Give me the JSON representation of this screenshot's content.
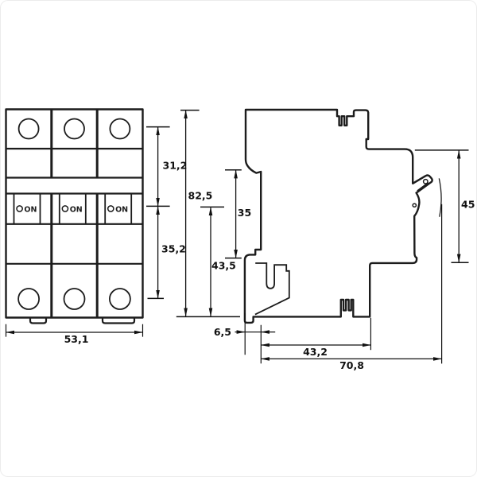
{
  "labels": {
    "on": "ON"
  },
  "dimensions": {
    "front_top_span": "31,2",
    "front_bottom_span": "35,2",
    "front_width": "53,1",
    "side_height": "82,5",
    "side_handle_to_base": "43,5",
    "din_rail_height": "35",
    "front_face_height": "45",
    "rear_clip_offset": "6,5",
    "mount_depth": "43,2",
    "total_depth": "70,8"
  },
  "colors": {
    "line": "#1c1c1c",
    "text": "#111111",
    "background": "#ffffff"
  }
}
